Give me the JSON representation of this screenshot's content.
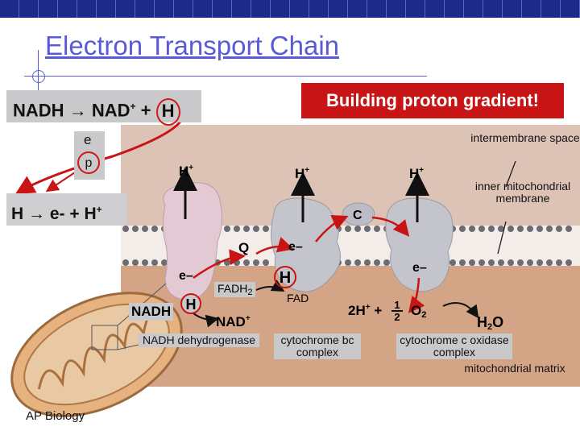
{
  "slide": {
    "title": "Electron Transport Chain",
    "footer": "AP Biology"
  },
  "equations": {
    "nadh_prefix": "NADH",
    "nadh_mid": "NAD",
    "nadh_h": "H",
    "split_prefix": "H",
    "split_mid": "e- + H"
  },
  "callout": {
    "gradient": "Building proton gradient!"
  },
  "atom": {
    "electron": "e",
    "proton": "p"
  },
  "labels": {
    "intermembrane": "intermembrane space",
    "inner_membrane": "inner mitochondrial membrane",
    "matrix": "mitochondrial matrix",
    "c": "C",
    "q": "Q",
    "h_plus": "H",
    "e_minus": "e–",
    "nadh": "NADH",
    "h": "H",
    "fadh2": "FADH",
    "fadh2_sub": "2",
    "fad": "FAD",
    "nad_plus": "NAD",
    "two_h": "2H",
    "o2": "O",
    "o2_sub": "2",
    "half_num": "1",
    "half_den": "2",
    "h2o_h": "H",
    "h2o_sub": "2",
    "h2o_o": "O"
  },
  "complexes": {
    "nadh_dehydrogenase": "NADH dehydrogenase",
    "cytochrome_bc": "cytochrome bc complex",
    "cytochrome_c_oxidase": "cytochrome c oxidase complex"
  },
  "colors": {
    "title": "#5a5ad8",
    "callout": "#c81414",
    "membrane_bg": "#d9b9a6",
    "matrix_bg": "#d0a080",
    "protein_pink": "#e3c9d3",
    "protein_gray": "#c4c4cc",
    "arrow_red": "#c81414"
  }
}
